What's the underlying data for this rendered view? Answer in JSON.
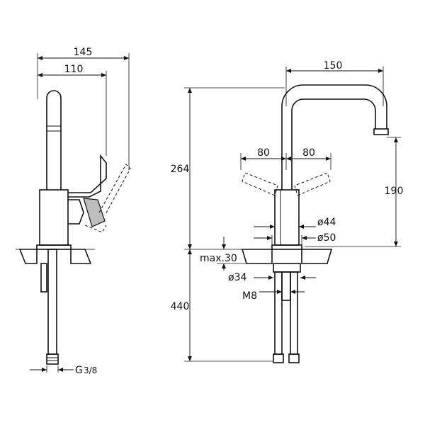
{
  "side_view": {
    "dim_overall": "145",
    "dim_reach": "110",
    "dim_thread": "G",
    "dim_thread_fraction": "3/8"
  },
  "front_view": {
    "dim_spout_width": "150",
    "dim_total_height": "264",
    "dim_spout_height": "190",
    "dim_handle_left": "80",
    "dim_handle_right": "80",
    "dim_body_dia": "ø44",
    "dim_base_dia": "ø50",
    "dim_max_thickness": "max.30",
    "dim_hole_dia": "ø34",
    "dim_stud": "M8",
    "dim_hose_length": "440"
  },
  "colors": {
    "line": "#111111",
    "fill_grey": "#bdbdbd"
  }
}
